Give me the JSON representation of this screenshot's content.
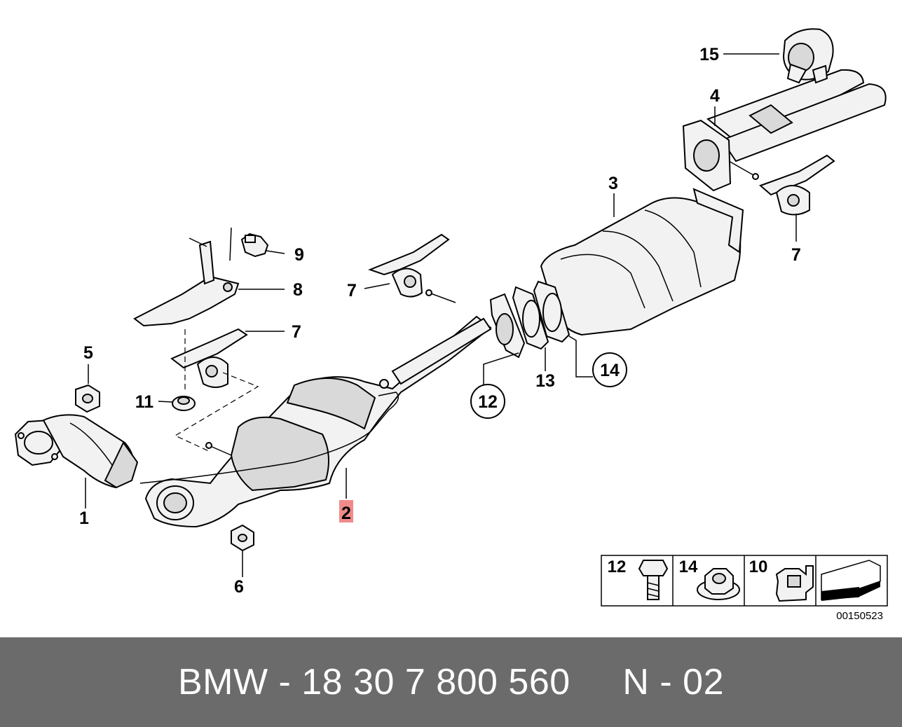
{
  "diagram": {
    "labels": {
      "l1": "1",
      "l2": "2",
      "l3": "3",
      "l4": "4",
      "l5": "5",
      "l6": "6",
      "l7a": "7",
      "l7b": "7",
      "l7c": "7",
      "l8": "8",
      "l9": "9",
      "l11": "11",
      "l12": "12",
      "l13": "13",
      "l14": "14",
      "l15": "15"
    },
    "highlight_color": "#f08a8a",
    "legend": {
      "items": [
        {
          "number": "12",
          "icon": "bolt-icon"
        },
        {
          "number": "14",
          "icon": "nut-icon"
        },
        {
          "number": "10",
          "icon": "clip-icon"
        },
        {
          "number": "",
          "icon": "arrow-icon"
        }
      ]
    },
    "image_code": "00150523"
  },
  "footer": {
    "text": "BMW - 18 30 7 800 560     N - 02"
  }
}
